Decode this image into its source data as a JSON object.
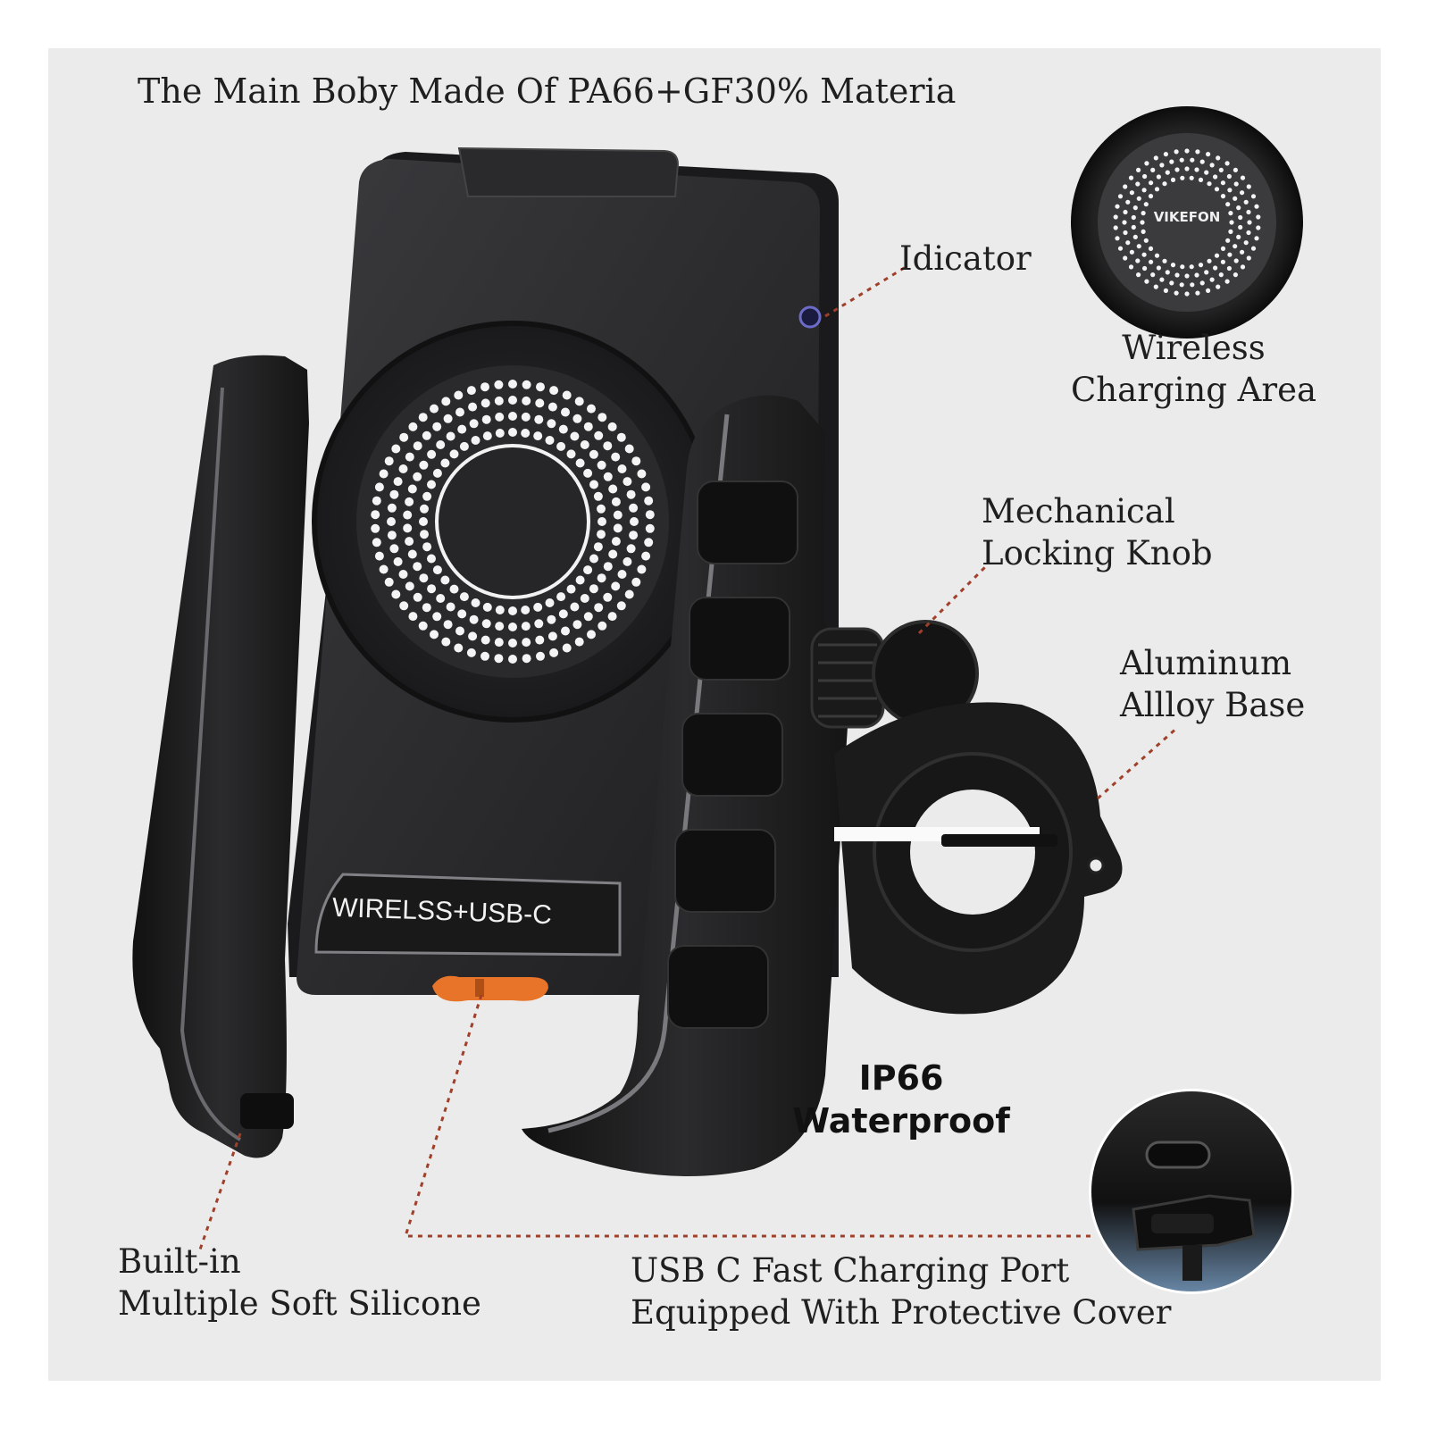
{
  "title": "The Main Boby Made Of PA66+GF30% Materia",
  "indicator_label": "Idicator",
  "wireless_area": {
    "logo": "VIKEFON",
    "line1": "Wireless",
    "line2": "Charging Area"
  },
  "knob_label": {
    "line1": "Mechanical",
    "line2": "Locking Knob"
  },
  "base_label": {
    "line1": "Aluminum",
    "line2": "Allloy Base"
  },
  "waterproof": {
    "line1": "IP66",
    "line2": "Waterproof"
  },
  "silicone_label": {
    "line1": "Built-in",
    "line2": "Multiple Soft Silicone"
  },
  "port_label": {
    "line1": "USB C Fast Charging Port",
    "line2": "Equipped With Protective Cover"
  },
  "badge_text": "WIRELSS+USB-C",
  "colors": {
    "background": "#ebebeb",
    "body": "#2a2a2c",
    "accent": "#e8742a",
    "leader": "#a0402a"
  }
}
